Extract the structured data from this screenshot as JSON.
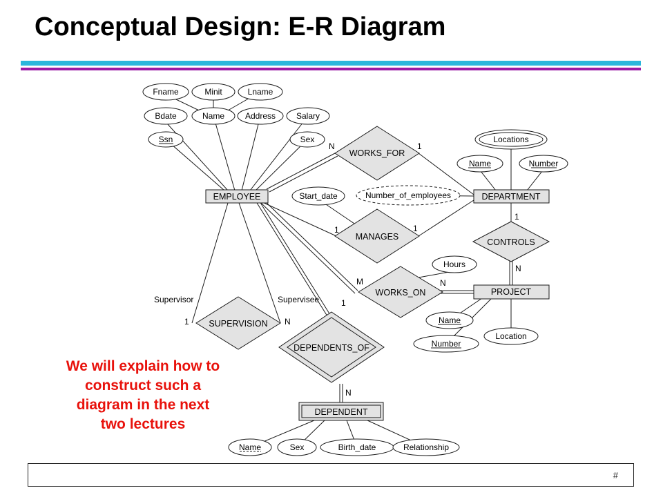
{
  "slide": {
    "title": "Conceptual Design: E-R Diagram",
    "callout": "We will explain how to\nconstruct such a\ndiagram in the next\ntwo lectures",
    "page_number": "#"
  },
  "colors": {
    "rule_cyan": "#2ab7dc",
    "rule_purple": "#9a1ba6",
    "callout": "#e8110b",
    "shape_fill": "#e3e3e3",
    "stroke": "#1a1a1a"
  },
  "diagram": {
    "entities": {
      "employee": "EMPLOYEE",
      "department": "DEPARTMENT",
      "project": "PROJECT",
      "dependent": "DEPENDENT"
    },
    "relationships": {
      "works_for": "WORKS_FOR",
      "manages": "MANAGES",
      "controls": "CONTROLS",
      "works_on": "WORKS_ON",
      "supervision": "SUPERVISION",
      "dependents_of": "DEPENDENTS_OF"
    },
    "attributes": {
      "fname": "Fname",
      "minit": "Minit",
      "lname": "Lname",
      "bdate": "Bdate",
      "emp_name": "Name",
      "address": "Address",
      "salary": "Salary",
      "ssn": "Ssn",
      "sex": "Sex",
      "locations": "Locations",
      "dept_name": "Name",
      "dept_number": "Number",
      "start_date": "Start_date",
      "number_of_employees": "Number_of_employees",
      "hours": "Hours",
      "proj_name": "Name",
      "proj_number": "Number",
      "location": "Location",
      "dep_name": "Name",
      "dep_sex": "Sex",
      "birth_date": "Birth_date",
      "relationship": "Relationship"
    },
    "cardinalities": {
      "works_for_employee": "N",
      "works_for_department": "1",
      "manages_employee": "1",
      "manages_department": "1",
      "controls_department": "1",
      "controls_project": "N",
      "works_on_employee": "M",
      "works_on_project": "N",
      "supervision_supervisor": "1",
      "supervision_supervisee": "N",
      "dependents_of_employee": "1",
      "dependents_of_dependent": "N"
    },
    "roles": {
      "supervisor": "Supervisor",
      "supervisee": "Supervisee"
    }
  }
}
